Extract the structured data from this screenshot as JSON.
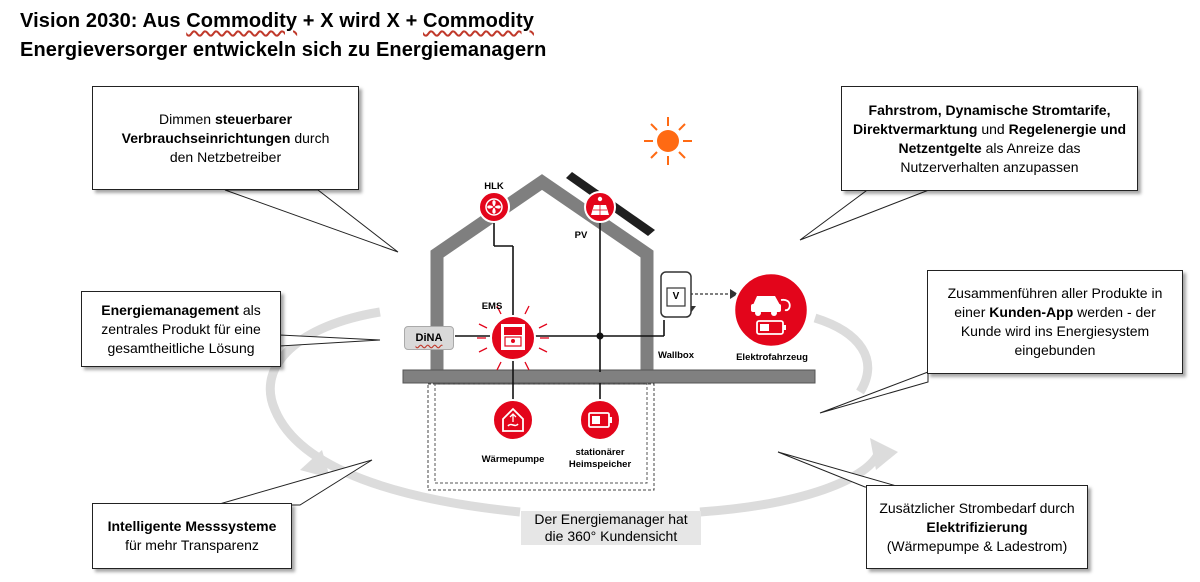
{
  "title": {
    "line1_prefix": "Vision 2030: Aus ",
    "line1_u1": "Commodity",
    "line1_mid": " + X wird X + ",
    "line1_u2": "Commodity",
    "line2": "Energieversorger entwickeln sich zu Energiemanagern"
  },
  "callouts": {
    "top_left": {
      "pre": "Dimmen ",
      "bold": "steuerbarer Verbrauchseinrichtungen",
      "post": " durch den Netzbetreiber"
    },
    "top_right": {
      "bold1": "Fahrstrom, Dynamische Stromtarife, Direktvermarktung",
      "mid1": " und ",
      "bold2": "Regelenergie und Netzentgelte",
      "post": " als Anreize das Nutzerverhalten anzupassen"
    },
    "mid_left": {
      "bold": "Energiemanagement",
      "post": " als zentrales Produkt für eine gesamtheitliche Lösung"
    },
    "mid_right": {
      "pre": "Zusammenführen aller Produkte in einer ",
      "bold": "Kunden-App",
      "post": " werden - der Kunde wird ins Energiesystem eingebunden"
    },
    "bottom_left": {
      "bold": "Intelligente Messsysteme",
      "post": "für mehr Transparenz"
    },
    "bottom_right": {
      "pre": "Zusätzlicher Strombedarf durch ",
      "bold": "Elektrifizierung",
      "post": "(Wärmepumpe & Ladestrom)"
    }
  },
  "center_text": {
    "line1": "Der Energiemanager hat",
    "line2": "die 360° Kundensicht"
  },
  "labels": {
    "hlk": "HLK",
    "pv": "PV",
    "ems": "EMS",
    "dina": "DiNA",
    "wallbox": "Wallbox",
    "wallbox_symbol": "V",
    "ev": "Elektrofahrzeug",
    "heatpump": "Wärmepumpe",
    "storage_l1": "stationärer",
    "storage_l2": "Heimspeicher"
  },
  "colors": {
    "accent_red": "#e3051b",
    "house_gray": "#7f7f7f",
    "arrow_gray": "#d9d9d9",
    "sun_orange": "#ff6600"
  },
  "icons": [
    "sun-icon",
    "hlk-fan-icon",
    "pv-panel-icon",
    "ems-device-icon",
    "heatpump-house-icon",
    "battery-icon",
    "ev-charging-icon",
    "wallbox-icon"
  ]
}
